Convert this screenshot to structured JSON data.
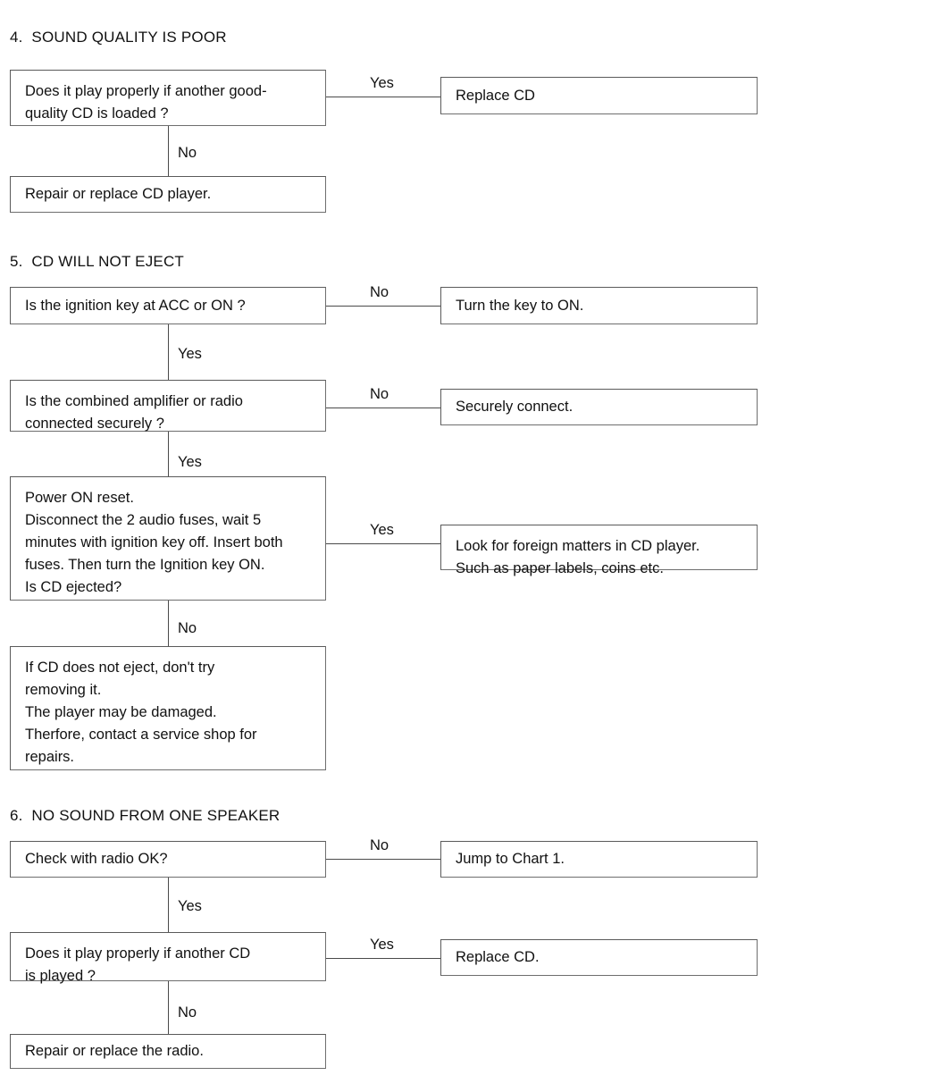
{
  "document": {
    "kind": "troubleshooting-flowchart",
    "background_color": "#ffffff",
    "line_color": "#5a5a5a",
    "text_color": "#111111"
  },
  "sections": [
    {
      "id": "section-4",
      "title": "4.  SOUND QUALITY IS POOR",
      "nodes": {
        "q1": "Does it play properly if another good-\nquality CD is loaded ?",
        "q1_yes_result": "Replace CD",
        "q1_no_result": "Repair or replace CD player."
      },
      "labels": {
        "q1_yes": "Yes",
        "q1_no": "No"
      }
    },
    {
      "id": "section-5",
      "title": "5.  CD WILL NOT EJECT",
      "nodes": {
        "q1": "Is the ignition key at ACC or ON ?",
        "q1_no_result": "Turn the key to ON.",
        "q2": "Is the combined amplifier or radio\nconnected securely ?",
        "q2_no_result": "Securely connect.",
        "q3": "Power ON reset.\nDisconnect the 2 audio fuses, wait 5\nminutes with ignition key off. Insert both\nfuses. Then turn the Ignition key ON.\nIs CD ejected?",
        "q3_yes_result": "Look for foreign matters in CD player.\nSuch as paper labels, coins etc.",
        "q3_no_result": "If  CD does not eject, don't try\nremoving it.\nThe player may be damaged.\nTherfore,  contact a service shop for\nrepairs."
      },
      "labels": {
        "q1_no": "No",
        "q1_yes": "Yes",
        "q2_no": "No",
        "q2_yes": "Yes",
        "q3_yes": "Yes",
        "q3_no": "No"
      }
    },
    {
      "id": "section-6",
      "title": "6.  NO SOUND FROM ONE SPEAKER",
      "nodes": {
        "q1": "Check with radio OK?",
        "q1_no_result": "Jump to Chart 1.",
        "q2": "Does it play properly if another CD\nis played ?",
        "q2_yes_result": "Replace CD.",
        "q2_no_result": "Repair or replace the radio."
      },
      "labels": {
        "q1_no": "No",
        "q1_yes": "Yes",
        "q2_yes": "Yes",
        "q2_no": "No"
      }
    }
  ]
}
